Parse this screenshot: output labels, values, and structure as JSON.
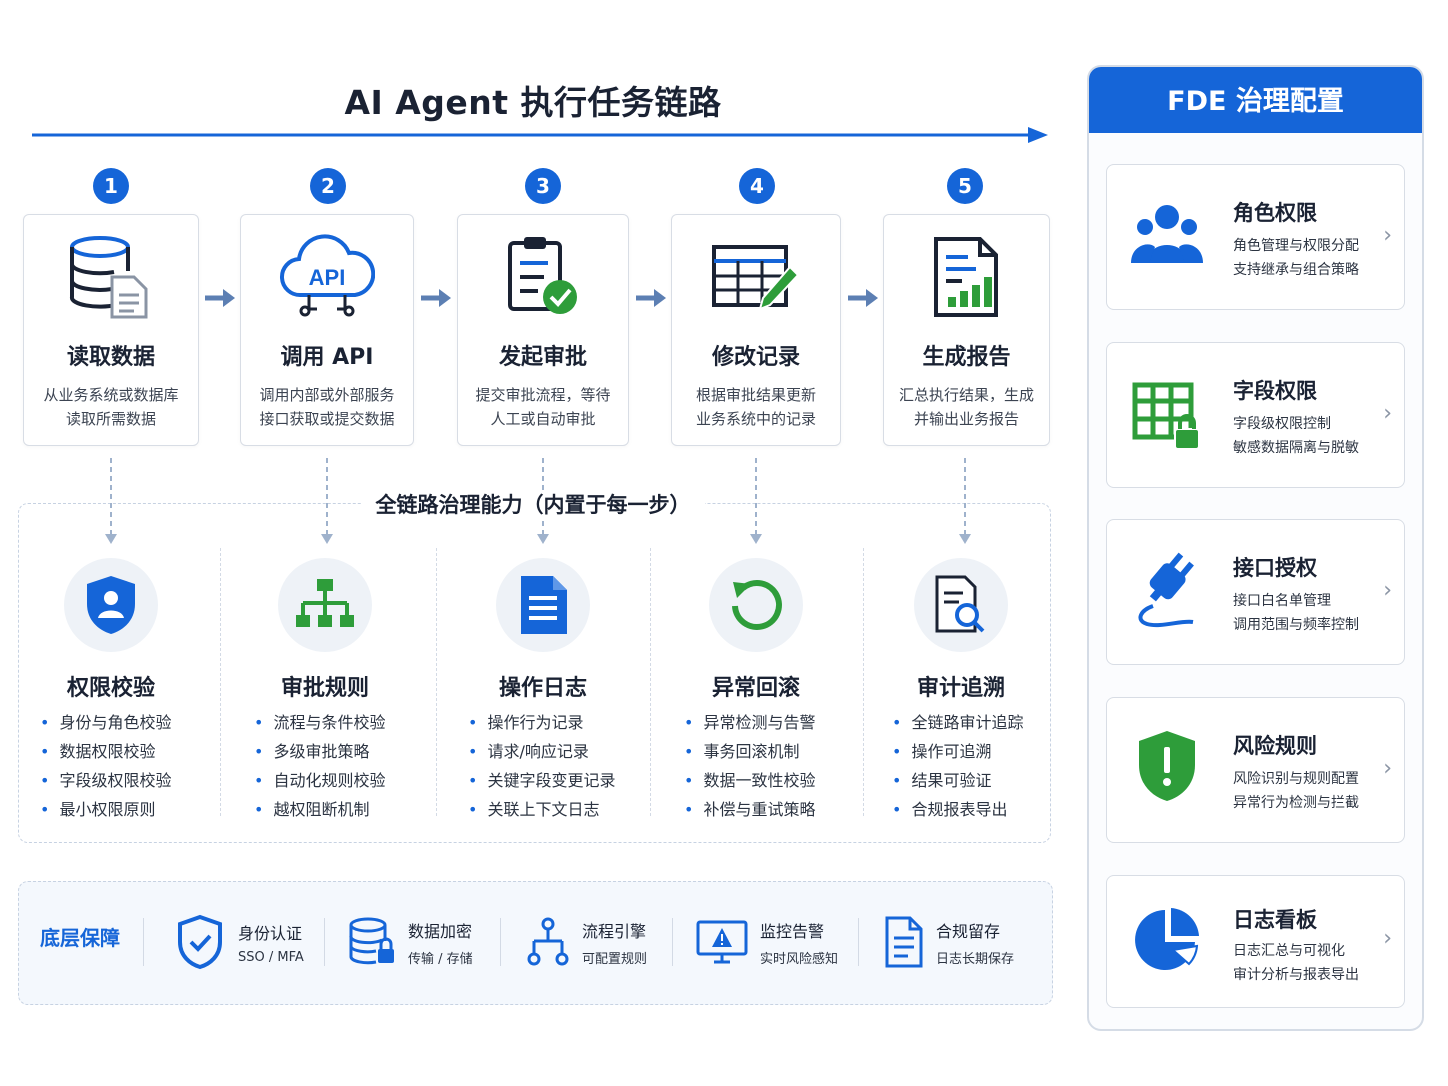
{
  "title": "AI Agent 执行任务链路",
  "steps": [
    {
      "num": "1",
      "title": "读取数据",
      "desc1": "从业务系统或数据库",
      "desc2": "读取所需数据",
      "icon": "database-icon"
    },
    {
      "num": "2",
      "title": "调用 API",
      "desc1": "调用内部或外部服务",
      "desc2": "接口获取或提交数据",
      "icon": "api-cloud-icon",
      "icon_text": "API"
    },
    {
      "num": "3",
      "title": "发起审批",
      "desc1": "提交审批流程，等待",
      "desc2": "人工或自动审批",
      "icon": "clipboard-check-icon"
    },
    {
      "num": "4",
      "title": "修改记录",
      "desc1": "根据审批结果更新",
      "desc2": "业务系统中的记录",
      "icon": "table-edit-icon"
    },
    {
      "num": "5",
      "title": "生成报告",
      "desc1": "汇总执行结果，生成",
      "desc2": "并输出业务报告",
      "icon": "report-chart-icon"
    }
  ],
  "governance": {
    "title": "全链路治理能力（内置于每一步）",
    "columns": [
      {
        "title": "权限校验",
        "icon": "shield-user-icon",
        "items": [
          "身份与角色校验",
          "数据权限校验",
          "字段级权限校验",
          "最小权限原则"
        ]
      },
      {
        "title": "审批规则",
        "icon": "hierarchy-icon",
        "items": [
          "流程与条件校验",
          "多级审批策略",
          "自动化规则校验",
          "越权阻断机制"
        ]
      },
      {
        "title": "操作日志",
        "icon": "document-icon",
        "items": [
          "操作行为记录",
          "请求/响应记录",
          "关键字段变更记录",
          "关联上下文日志"
        ]
      },
      {
        "title": "异常回滚",
        "icon": "rollback-icon",
        "items": [
          "异常检测与告警",
          "事务回滚机制",
          "数据一致性校验",
          "补偿与重试策略"
        ]
      },
      {
        "title": "审计追溯",
        "icon": "audit-search-icon",
        "items": [
          "全链路审计追踪",
          "操作可追溯",
          "结果可验证",
          "合规报表导出"
        ]
      }
    ]
  },
  "base": {
    "label": "底层保障",
    "items": [
      {
        "t1": "身份认证",
        "t2": "SSO / MFA",
        "icon": "shield-check-icon"
      },
      {
        "t1": "数据加密",
        "t2": "传输 / 存储",
        "icon": "database-lock-icon"
      },
      {
        "t1": "流程引擎",
        "t2": "可配置规则",
        "icon": "flow-icon"
      },
      {
        "t1": "监控告警",
        "t2": "实时风险感知",
        "icon": "monitor-alert-icon"
      },
      {
        "t1": "合规留存",
        "t2": "日志长期保存",
        "icon": "file-icon"
      }
    ]
  },
  "panel": {
    "title": "FDE 治理配置",
    "cards": [
      {
        "title": "角色权限",
        "d1": "角色管理与权限分配",
        "d2": "支持继承与组合策略",
        "icon": "users-icon",
        "color": "#1565d8"
      },
      {
        "title": "字段权限",
        "d1": "字段级权限控制",
        "d2": "敏感数据隔离与脱敏",
        "icon": "grid-lock-icon",
        "color": "#2e9d3a"
      },
      {
        "title": "接口授权",
        "d1": "接口白名单管理",
        "d2": "调用范围与频率控制",
        "icon": "plug-icon",
        "color": "#1565d8"
      },
      {
        "title": "风险规则",
        "d1": "风险识别与规则配置",
        "d2": "异常行为检测与拦截",
        "icon": "shield-alert-icon",
        "color": "#2e9d3a"
      },
      {
        "title": "日志看板",
        "d1": "日志汇总与可视化",
        "d2": "审计分析与报表导出",
        "icon": "pie-chart-icon",
        "color": "#1565d8"
      }
    ]
  },
  "colors": {
    "primary": "#1565d8",
    "green": "#2e9d3a",
    "text": "#1a2233"
  }
}
